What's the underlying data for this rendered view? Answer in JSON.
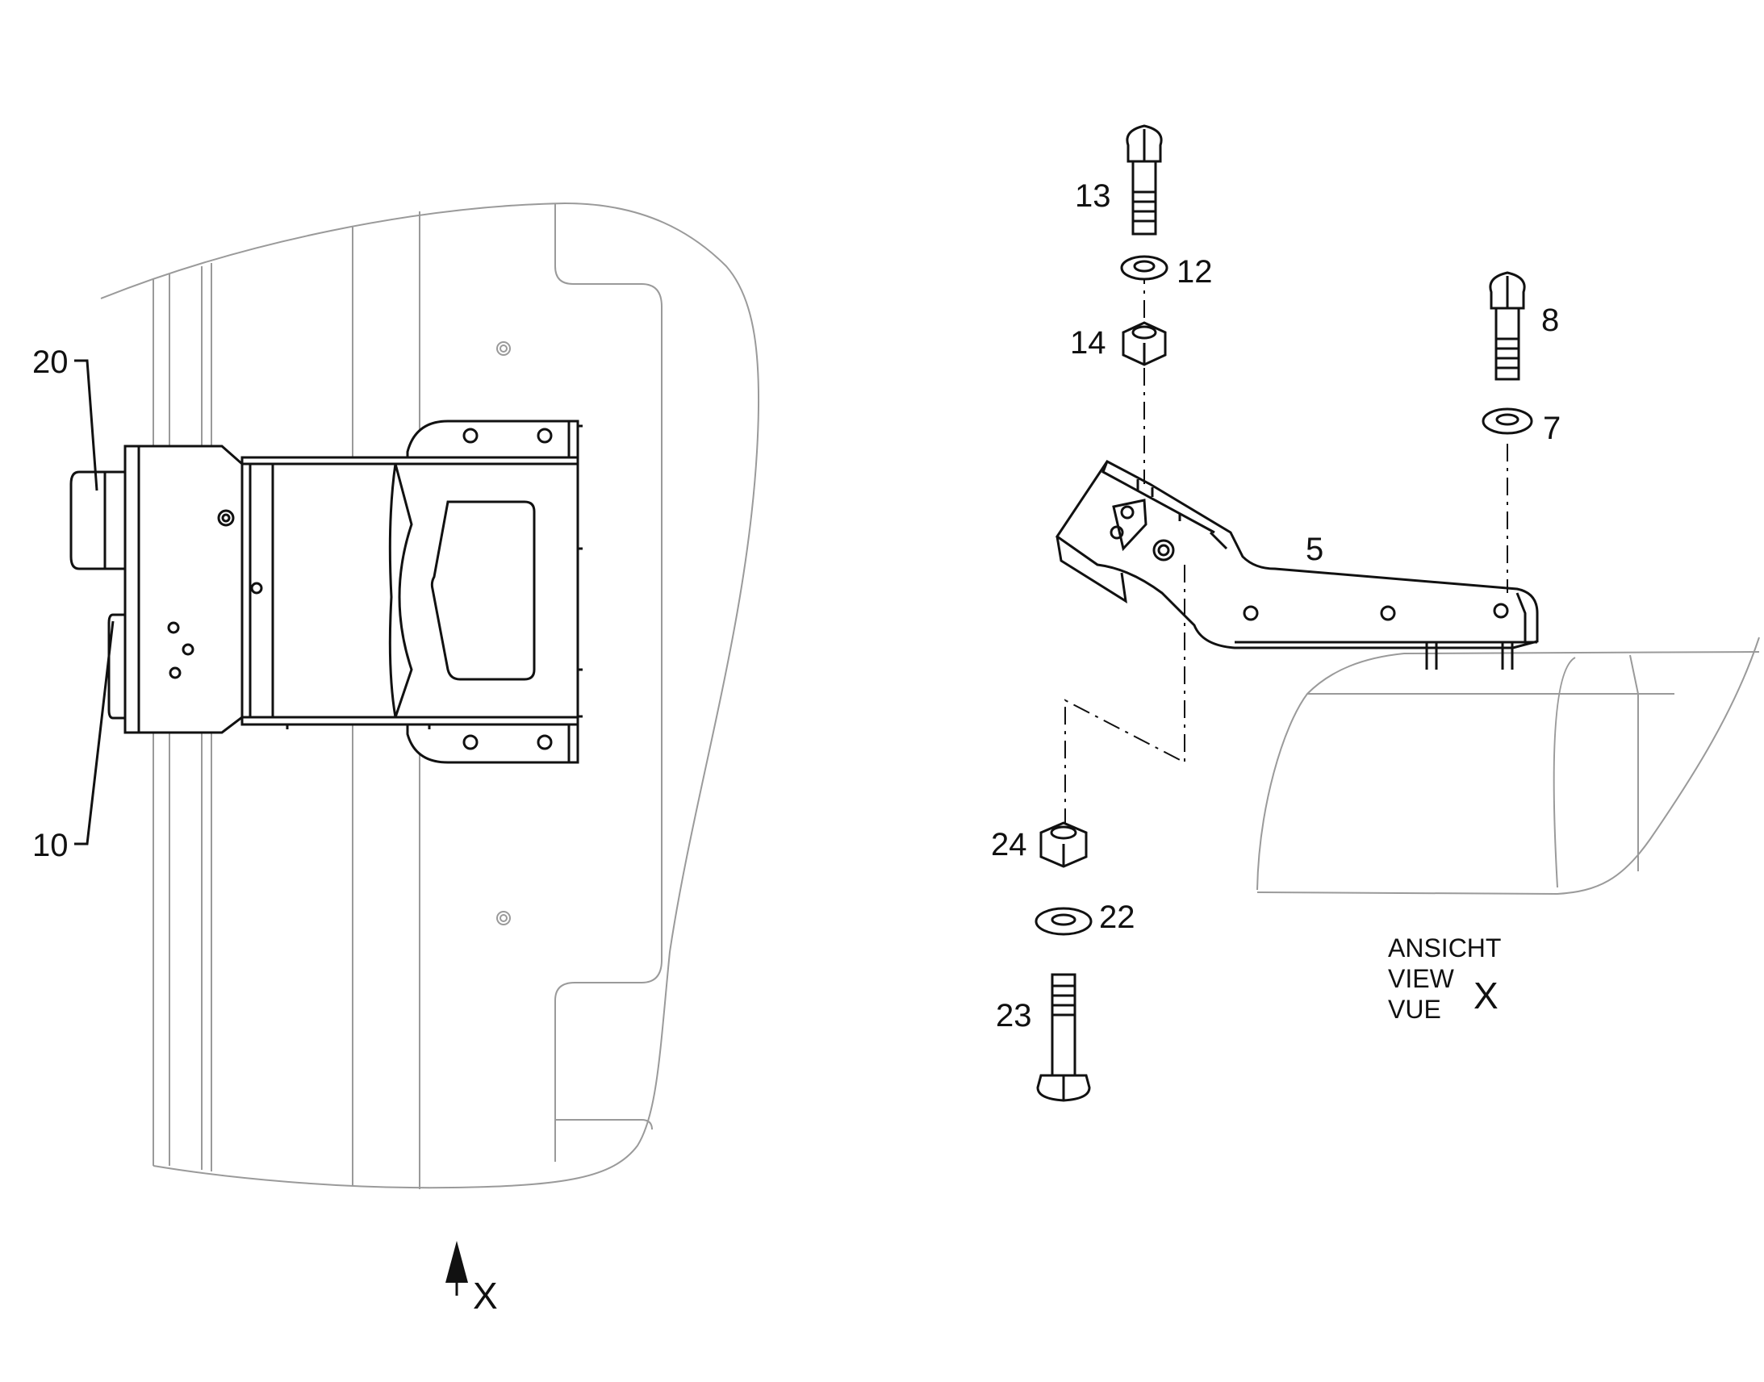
{
  "callouts": {
    "c20": "20",
    "c10": "10",
    "c13": "13",
    "c12": "12",
    "c14": "14",
    "c8": "8",
    "c7": "7",
    "c5": "5",
    "c24": "24",
    "c22": "22",
    "c23": "23"
  },
  "view_label": {
    "line1": "ANSICHT",
    "line2": "VIEW",
    "line3": "VUE",
    "letter": "X"
  },
  "view_arrow_letter": "X",
  "colors": {
    "ink": "#111111",
    "outline": "#9a9a9a",
    "background": "#ffffff"
  }
}
